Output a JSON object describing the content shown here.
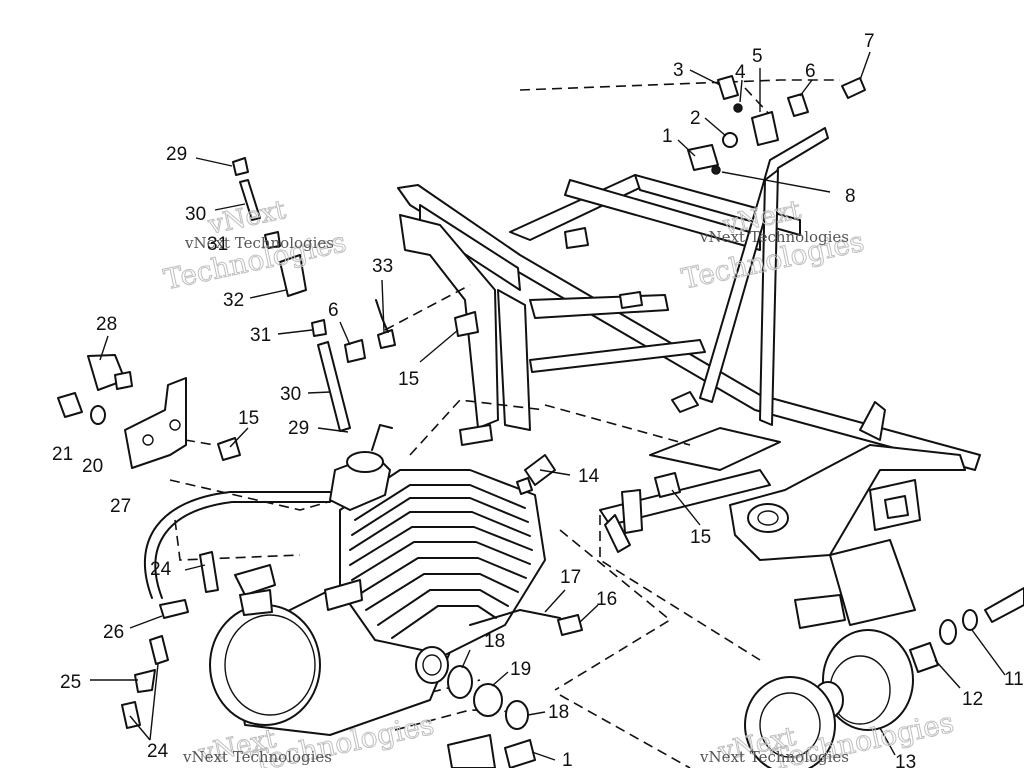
{
  "diagram": {
    "callouts": [
      {
        "label": "1"
      },
      {
        "label": "2"
      },
      {
        "label": "3"
      },
      {
        "label": "4"
      },
      {
        "label": "5"
      },
      {
        "label": "6"
      },
      {
        "label": "7"
      },
      {
        "label": "8"
      },
      {
        "label": "29"
      },
      {
        "label": "30"
      },
      {
        "label": "31"
      },
      {
        "label": "32"
      },
      {
        "label": "31"
      },
      {
        "label": "30"
      },
      {
        "label": "29"
      },
      {
        "label": "33"
      },
      {
        "label": "6"
      },
      {
        "label": "15"
      },
      {
        "label": "28"
      },
      {
        "label": "21"
      },
      {
        "label": "20"
      },
      {
        "label": "27"
      },
      {
        "label": "15"
      },
      {
        "label": "14"
      },
      {
        "label": "15"
      },
      {
        "label": "24"
      },
      {
        "label": "26"
      },
      {
        "label": "25"
      },
      {
        "label": "24"
      },
      {
        "label": "17"
      },
      {
        "label": "16"
      },
      {
        "label": "18"
      },
      {
        "label": "19"
      },
      {
        "label": "18"
      },
      {
        "label": "1"
      },
      {
        "label": "12"
      },
      {
        "label": "11"
      },
      {
        "label": "13"
      }
    ],
    "watermarks": [
      {
        "line1": "vNext",
        "line2": "Technologies",
        "caption": "vNext Technologies"
      },
      {
        "line1": "vNext",
        "line2": "Technologies",
        "caption": "vNext Technologies"
      },
      {
        "line1": "vNext",
        "line2": "Technologies",
        "caption": "vNext Technologies"
      },
      {
        "line1": "vNext",
        "line2": "Technologies",
        "caption": "vNext Technologies"
      }
    ]
  }
}
